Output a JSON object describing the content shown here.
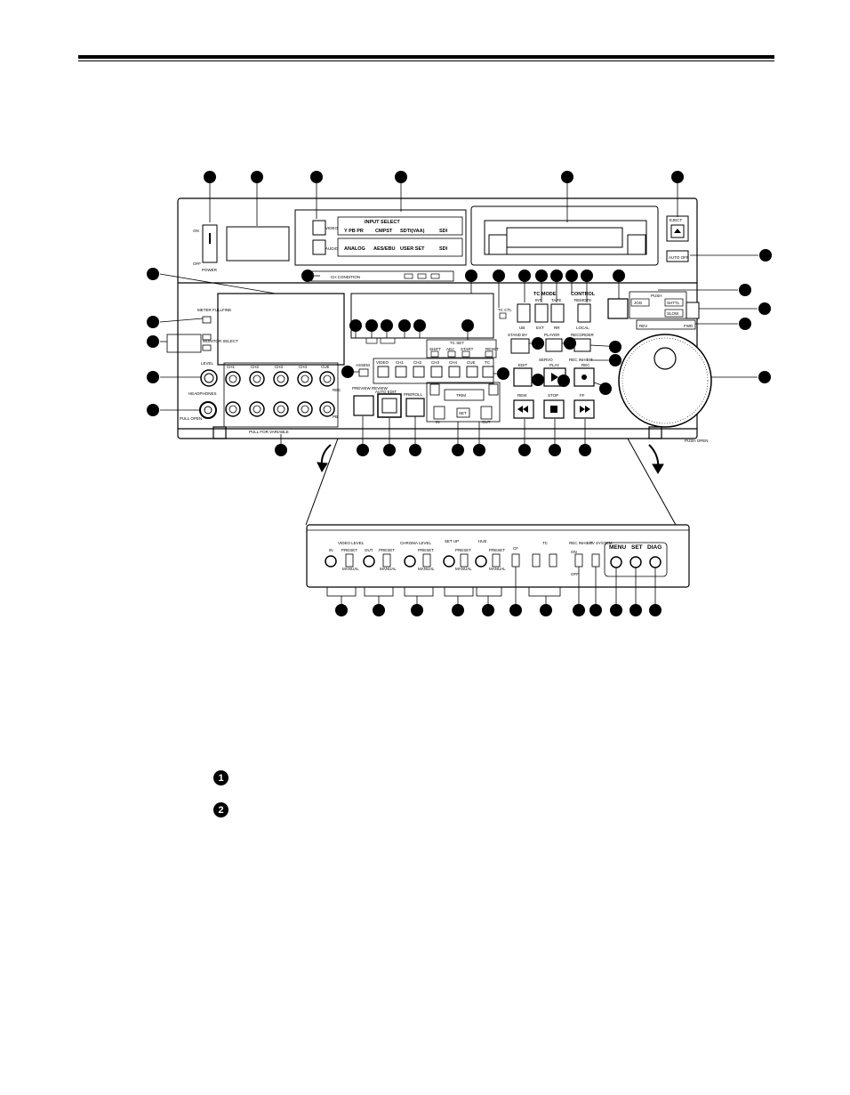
{
  "labels": {
    "power_on": "ON",
    "power_off": "OFF",
    "power": "POWER",
    "input_select": "INPUT SELECT",
    "video": "VIDEO",
    "audio": "AUDIO",
    "ypbpr": "Y PB PR",
    "cmpst": "CMPST",
    "sdti_vaa": "SDTI(VAA)",
    "sdi": "SDI",
    "analog": "ANALOG",
    "aes_ebu": "AES/EBU",
    "user_set": "USER SET",
    "eject": "EJECT",
    "auto_off": "AUTO OFF",
    "ch_condition": "CH CONDITION",
    "meter_fullfine": "METER FULLFINE",
    "monitor_select": "MONITOR SELECT",
    "level": "LEVEL",
    "headphones": "HEADPHONES",
    "pull_open": "PULL OPEN",
    "pull_open_right": "PUSH OPEN",
    "ch1": "CH1",
    "ch2": "CH2",
    "ch3": "CH3",
    "ch4": "CH4",
    "cue": "CUE",
    "rec": "REC",
    "pb": "PB",
    "pull_for_variable": "PULL FOR VARIABLE",
    "tc_set": "TC SET",
    "shift": "SHIFT",
    "adj": "ADJ",
    "start": "START",
    "reset": "RESET",
    "video_btn": "VIDEO",
    "tc": "TC",
    "tc_ctl": "TC CTL",
    "assem": "ASSEM",
    "preview_review": "PREVIEW REVIEW",
    "auto_edit": "AUTO EDIT",
    "preroll": "PREROLL",
    "trim": "TRIM",
    "set": "SET",
    "out": "OUT",
    "in": "IN",
    "tc_mode": "TC MODE",
    "int": "INT",
    "ext": "EXT",
    "ub": "UB",
    "tape": "TAPE",
    "rr": "RR",
    "control": "CONTROL",
    "remote": "REMOTE",
    "local": "LOCAL",
    "stand_by": "STAND BY",
    "player": "PLAYER",
    "recorder": "RECORDER",
    "servo": "SERVO",
    "rec_inhibit": "REC INHIBIT",
    "edit": "EDIT",
    "play": "PLAY",
    "rew": "REW",
    "stop": "STOP",
    "ff": "FF",
    "push": "PUSH",
    "jog": "JOG",
    "shttl": "SHTTL",
    "slow": "SLOW",
    "rev": "REV",
    "fwd": "FWD",
    "video_level": "VIDEO LEVEL",
    "preset": "PRESET",
    "manual": "MANUAL",
    "chroma_level": "CHROMA LEVEL",
    "set_up": "SET UP",
    "hue": "HUE",
    "cf": "CF",
    "tc_small": "TC",
    "rec_inhibit_small": "REC INHIBIT",
    "tv_system": "TV SYSTEM",
    "menu": "MENU",
    "set_big": "SET",
    "diag": "DIAG",
    "on_small": "ON",
    "off_small": "OFF"
  },
  "legend": [
    {
      "number": "1"
    },
    {
      "number": "2"
    }
  ]
}
